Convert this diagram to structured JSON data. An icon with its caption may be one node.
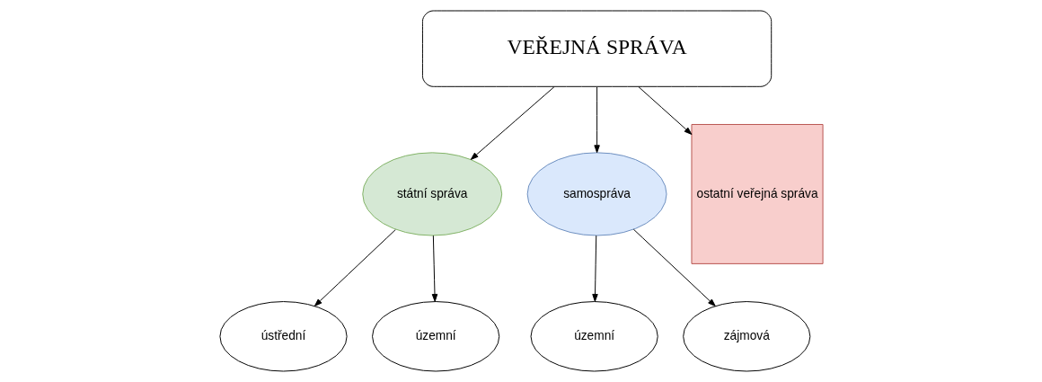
{
  "diagram": {
    "nodes": [
      {
        "text": [
          "VEŘEJNÁ SPRÁVA"
        ]
      },
      {
        "text": [
          "státní správa"
        ]
      },
      {
        "text": [
          "samospráva"
        ]
      },
      {
        "text": [
          "ostatní veřejná správa"
        ]
      },
      {
        "text": [
          "ústřední"
        ]
      },
      {
        "text": [
          "územní"
        ]
      },
      {
        "text": [
          "územní"
        ]
      },
      {
        "text": [
          "zájmová"
        ]
      }
    ],
    "edges": [
      {
        "from": 0,
        "to": 1,
        "arrow": "to"
      },
      {
        "from": 0,
        "to": 2,
        "arrow": "to"
      },
      {
        "from": 0,
        "to": 3,
        "arrow": "to"
      },
      {
        "from": 1,
        "to": 4,
        "arrow": "to"
      },
      {
        "from": 1,
        "to": 5,
        "arrow": "to"
      },
      {
        "from": 2,
        "to": 6,
        "arrow": "to"
      },
      {
        "from": 2,
        "to": 7,
        "arrow": "to"
      }
    ]
  }
}
